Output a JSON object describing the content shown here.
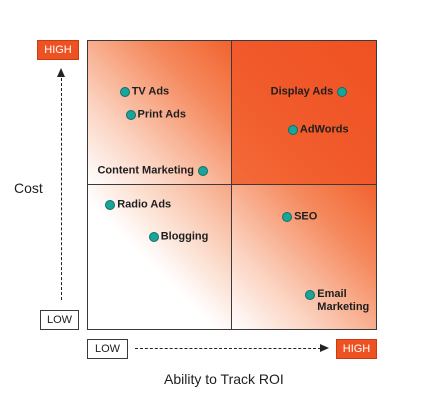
{
  "axes": {
    "y_title": "Cost",
    "x_title": "Ability to Track ROI",
    "y_high": "HIGH",
    "y_low": "LOW",
    "x_low": "LOW",
    "x_high": "HIGH"
  },
  "items": [
    {
      "id": "tv-ads",
      "label": "TV Ads",
      "roi": 0.13,
      "cost": 0.82,
      "side": "right"
    },
    {
      "id": "print-ads",
      "label": "Print Ads",
      "roi": 0.15,
      "cost": 0.74,
      "side": "right"
    },
    {
      "id": "content-marketing",
      "label": "Content Marketing",
      "roi": 0.4,
      "cost": 0.55,
      "side": "left"
    },
    {
      "id": "display-ads",
      "label": "Display Ads",
      "roi": 0.88,
      "cost": 0.82,
      "side": "left"
    },
    {
      "id": "adwords",
      "label": "AdWords",
      "roi": 0.71,
      "cost": 0.69,
      "side": "right"
    },
    {
      "id": "radio-ads",
      "label": "Radio Ads",
      "roi": 0.08,
      "cost": 0.43,
      "side": "right"
    },
    {
      "id": "blogging",
      "label": "Blogging",
      "roi": 0.23,
      "cost": 0.32,
      "side": "right"
    },
    {
      "id": "seo",
      "label": "SEO",
      "roi": 0.69,
      "cost": 0.39,
      "side": "right"
    },
    {
      "id": "email-marketing",
      "label": "Email\nMarketing",
      "roi": 0.77,
      "cost": 0.12,
      "side": "right"
    }
  ]
}
